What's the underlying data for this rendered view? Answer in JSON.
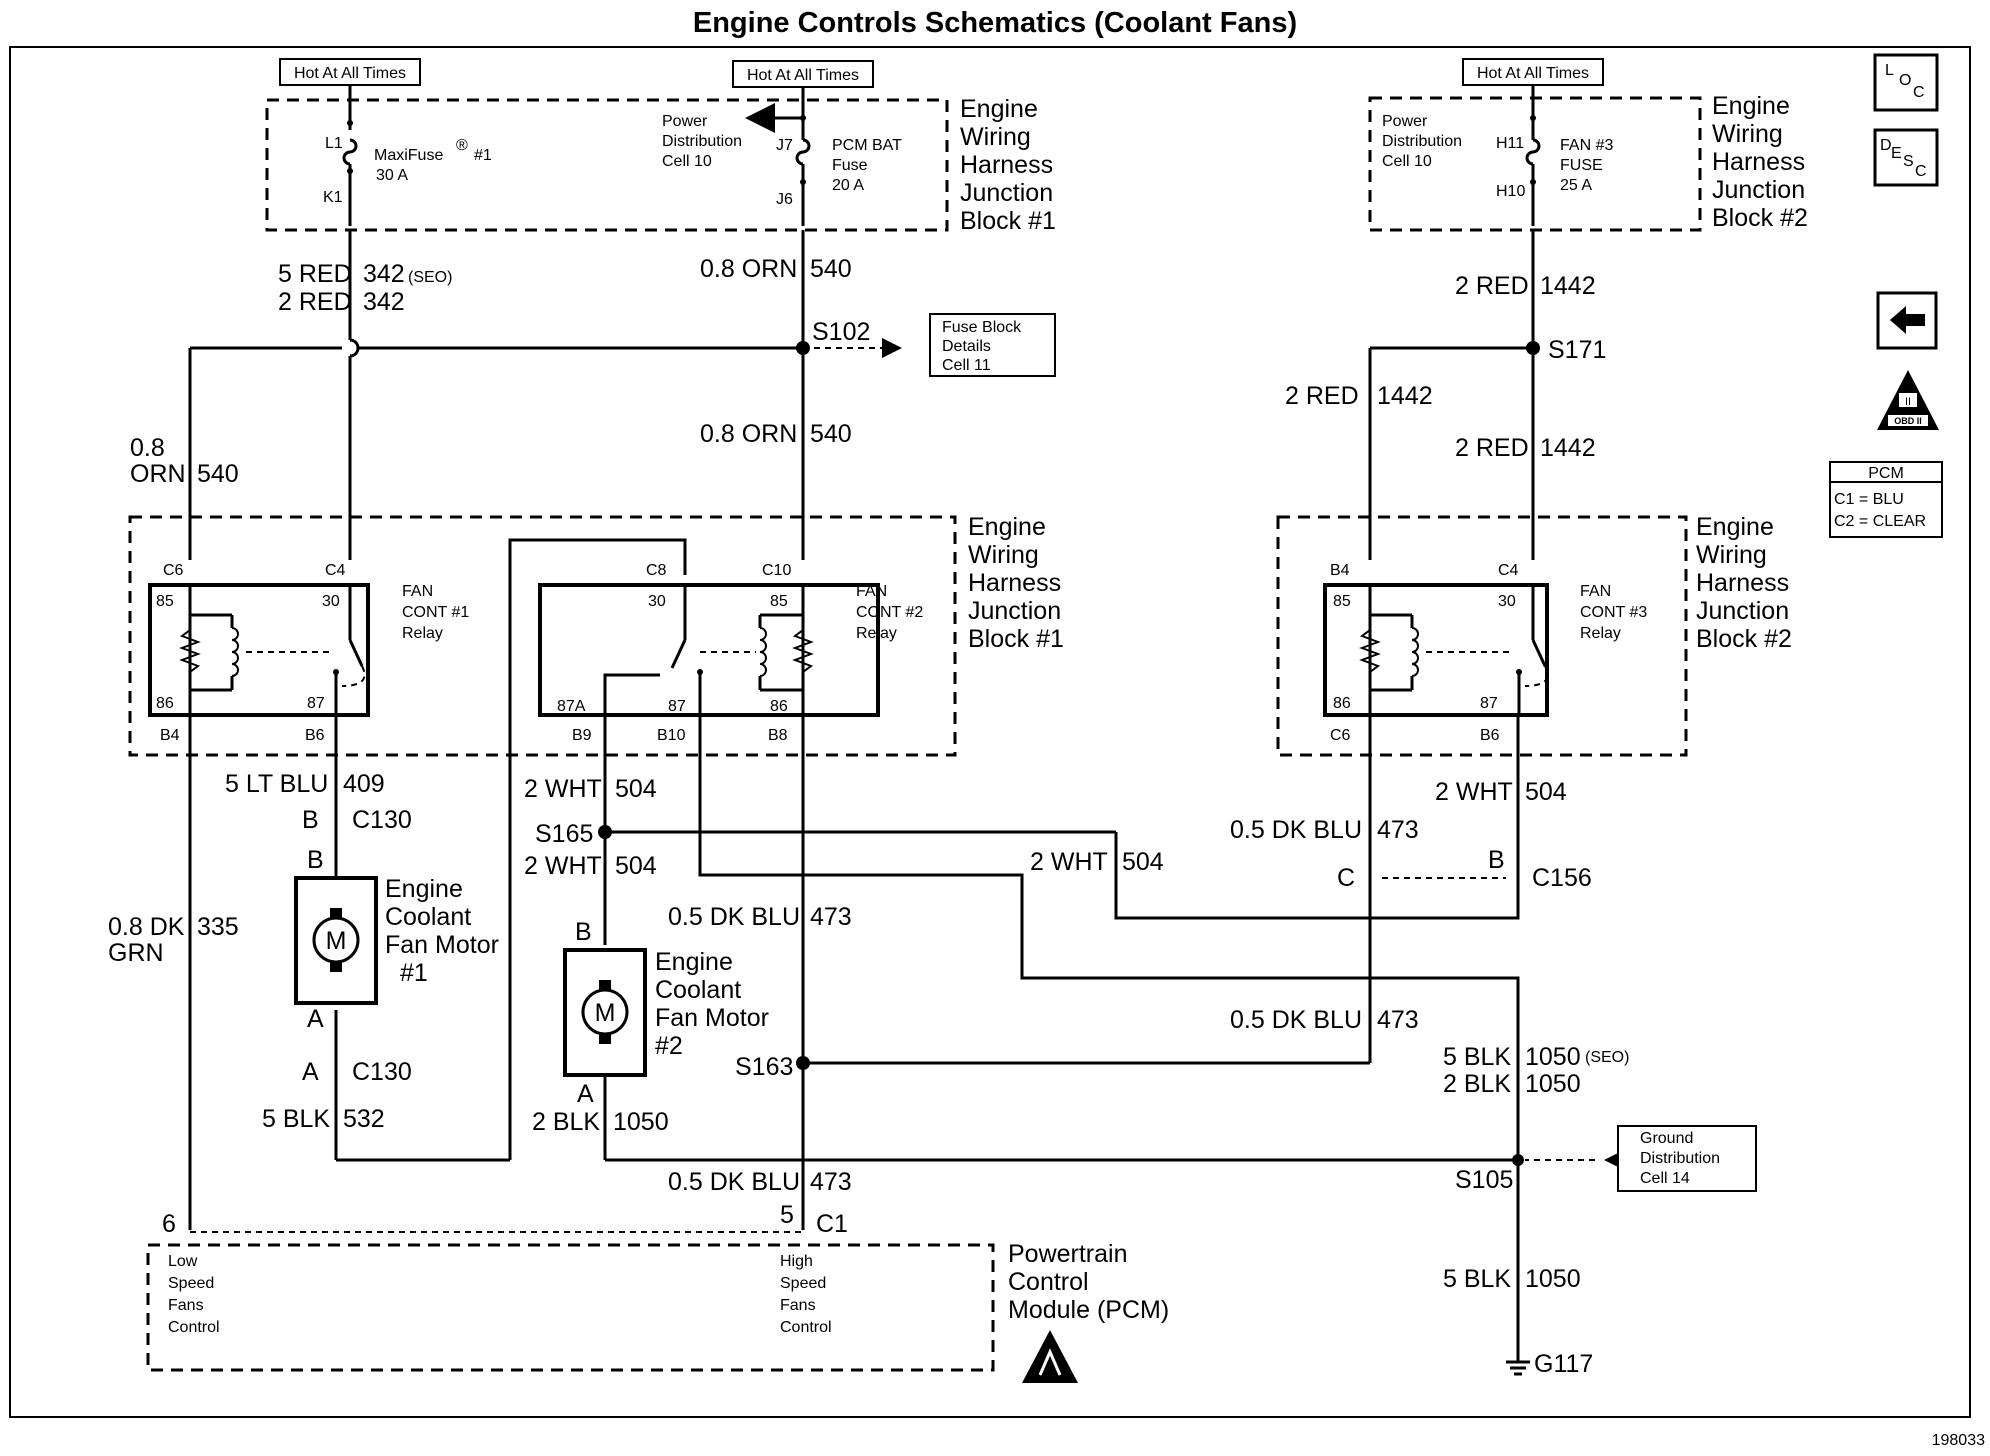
{
  "title": "Engine Controls Schematics (Coolant Fans)",
  "figure_id": "198033",
  "hot_labels": {
    "left": "Hot At All Times",
    "mid": "Hot At All Times",
    "right": "Hot At All Times"
  },
  "jb1_top": {
    "fuse1_pin_top": "L1",
    "fuse1_pin_bot": "K1",
    "fuse1_name": "MaxiFuse",
    "fuse1_reg": "®",
    "fuse1_num": "#1",
    "fuse1_amp": "30 A",
    "pdc": "Power",
    "pdc2": "Distribution",
    "pdc3": "Cell 10",
    "fuse2_pin_top": "J7",
    "fuse2_pin_bot": "J6",
    "fuse2_l1": "PCM BAT",
    "fuse2_l2": "Fuse",
    "fuse2_l3": "20 A",
    "name": [
      "Engine",
      "Wiring",
      "Harness",
      "Junction",
      "Block #1"
    ]
  },
  "jb2_top": {
    "pdc": "Power",
    "pdc2": "Distribution",
    "pdc3": "Cell 10",
    "pin_top": "H11",
    "pin_bot": "H10",
    "f1": "FAN #3",
    "f2": "FUSE",
    "f3": "25 A",
    "name": [
      "Engine",
      "Wiring",
      "Harness",
      "Junction",
      "Block #2"
    ]
  },
  "wires": {
    "w342a_size": "5 RED",
    "w342a_num": "342",
    "w342a_seo": "(SEO)",
    "w342b_size": "2 RED",
    "w342b_num": "342",
    "w540a_size": "0.8 ORN",
    "w540a_num": "540",
    "w540b_size": "0.8 ORN",
    "w540b_num": "540",
    "w540c_l1": "0.8",
    "w540c_l2": "ORN",
    "w540c_num": "540",
    "w1442a_size": "2 RED",
    "w1442a_num": "1442",
    "w1442b_size": "2 RED",
    "w1442b_num": "1442",
    "w1442c_size": "2 RED",
    "w1442c_num": "1442",
    "w409_size": "5 LT BLU",
    "w409_num": "409",
    "w335_l1": "0.8 DK",
    "w335_l2": "GRN",
    "w335_num": "335",
    "w532_size": "5 BLK",
    "w532_num": "532",
    "w504a_size": "2 WHT",
    "w504a_num": "504",
    "w504b_size": "2 WHT",
    "w504b_num": "504",
    "w504c_size": "2 WHT",
    "w504c_num": "504",
    "w504d_size": "2 WHT",
    "w504d_num": "504",
    "w473a_size": "0.5 DK BLU",
    "w473a_num": "473",
    "w473b_size": "0.5 DK BLU",
    "w473b_num": "473",
    "w473c_size": "0.5 DK BLU",
    "w473c_num": "473",
    "w473d_size": "0.5 DK BLU",
    "w473d_num": "473",
    "w1050a_size": "2 BLK",
    "w1050a_num": "1050",
    "w1050b_size": "5 BLK",
    "w1050b_num": "1050",
    "w1050b_seo": "(SEO)",
    "w1050c_size": "2 BLK",
    "w1050c_num": "1050",
    "w1050d_size": "5 BLK",
    "w1050d_num": "1050"
  },
  "splices": {
    "s102": "S102",
    "s171": "S171",
    "s165": "S165",
    "s163": "S163",
    "s105": "S105"
  },
  "refs": {
    "fuse_block": [
      "Fuse Block",
      "Details",
      "Cell 11"
    ],
    "ground_dist": [
      "Ground",
      "Distribution",
      "Cell 14"
    ]
  },
  "relay1": {
    "pins": {
      "c6": "C6",
      "c4": "C4",
      "p85": "85",
      "p30": "30",
      "p86": "86",
      "p87": "87",
      "b4": "B4",
      "b6": "B6"
    },
    "name": [
      "FAN",
      "CONT #1",
      "Relay"
    ]
  },
  "relay2": {
    "pins": {
      "c8": "C8",
      "c10": "C10",
      "p30": "30",
      "p85": "85",
      "p87a": "87A",
      "p87": "87",
      "p86": "86",
      "b9": "B9",
      "b10": "B10",
      "b8": "B8"
    },
    "name": [
      "FAN",
      "CONT #2",
      "Relay"
    ],
    "block": [
      "Engine",
      "Wiring",
      "Harness",
      "Junction",
      "Block #1"
    ]
  },
  "relay3": {
    "pins": {
      "b4": "B4",
      "c4": "C4",
      "p85": "85",
      "p30": "30",
      "p86": "86",
      "p87": "87",
      "c6": "C6",
      "b6": "B6"
    },
    "name": [
      "FAN",
      "CONT #3",
      "Relay"
    ],
    "block": [
      "Engine",
      "Wiring",
      "Harness",
      "Junction",
      "Block #2"
    ]
  },
  "connectors": {
    "c130_top_pin": "B",
    "c130_top": "C130",
    "c130_bot_pin": "A",
    "c130_bot": "C130",
    "c156_left": "C",
    "c156_right": "B",
    "c156": "C156",
    "c1": "C1",
    "c1_pin6": "6",
    "c1_pin5": "5"
  },
  "motor1": {
    "top_pin": "B",
    "bot_pin": "A",
    "symbol": "M",
    "name": [
      "Engine",
      "Coolant",
      "Fan Motor",
      "#1"
    ]
  },
  "motor2": {
    "top_pin": "B",
    "bot_pin": "A",
    "symbol": "M",
    "name": [
      "Engine",
      "Coolant",
      "Fan Motor",
      "#2"
    ]
  },
  "pcm": {
    "low": [
      "Low",
      "Speed",
      "Fans",
      "Control"
    ],
    "high": [
      "High",
      "Speed",
      "Fans",
      "Control"
    ],
    "name": [
      "Powertrain",
      "Control",
      "Module (PCM)"
    ]
  },
  "ground": "G117",
  "side": {
    "loc_l": "L",
    "loc_o": "O",
    "loc_c": "C",
    "desc_d": "D",
    "desc_e": "E",
    "desc_s": "S",
    "desc_c": "C",
    "obd_num": "II",
    "obd": "OBD II",
    "legend_title": "PCM",
    "legend_c1": "C1 = BLU",
    "legend_c2": "C2 = CLEAR"
  },
  "icons": [
    "back-arrow-icon",
    "obd-ii-icon",
    "esd-sensitive-icon",
    "ground-icon",
    "motor-icon",
    "fuse-icon",
    "relay-icon"
  ]
}
